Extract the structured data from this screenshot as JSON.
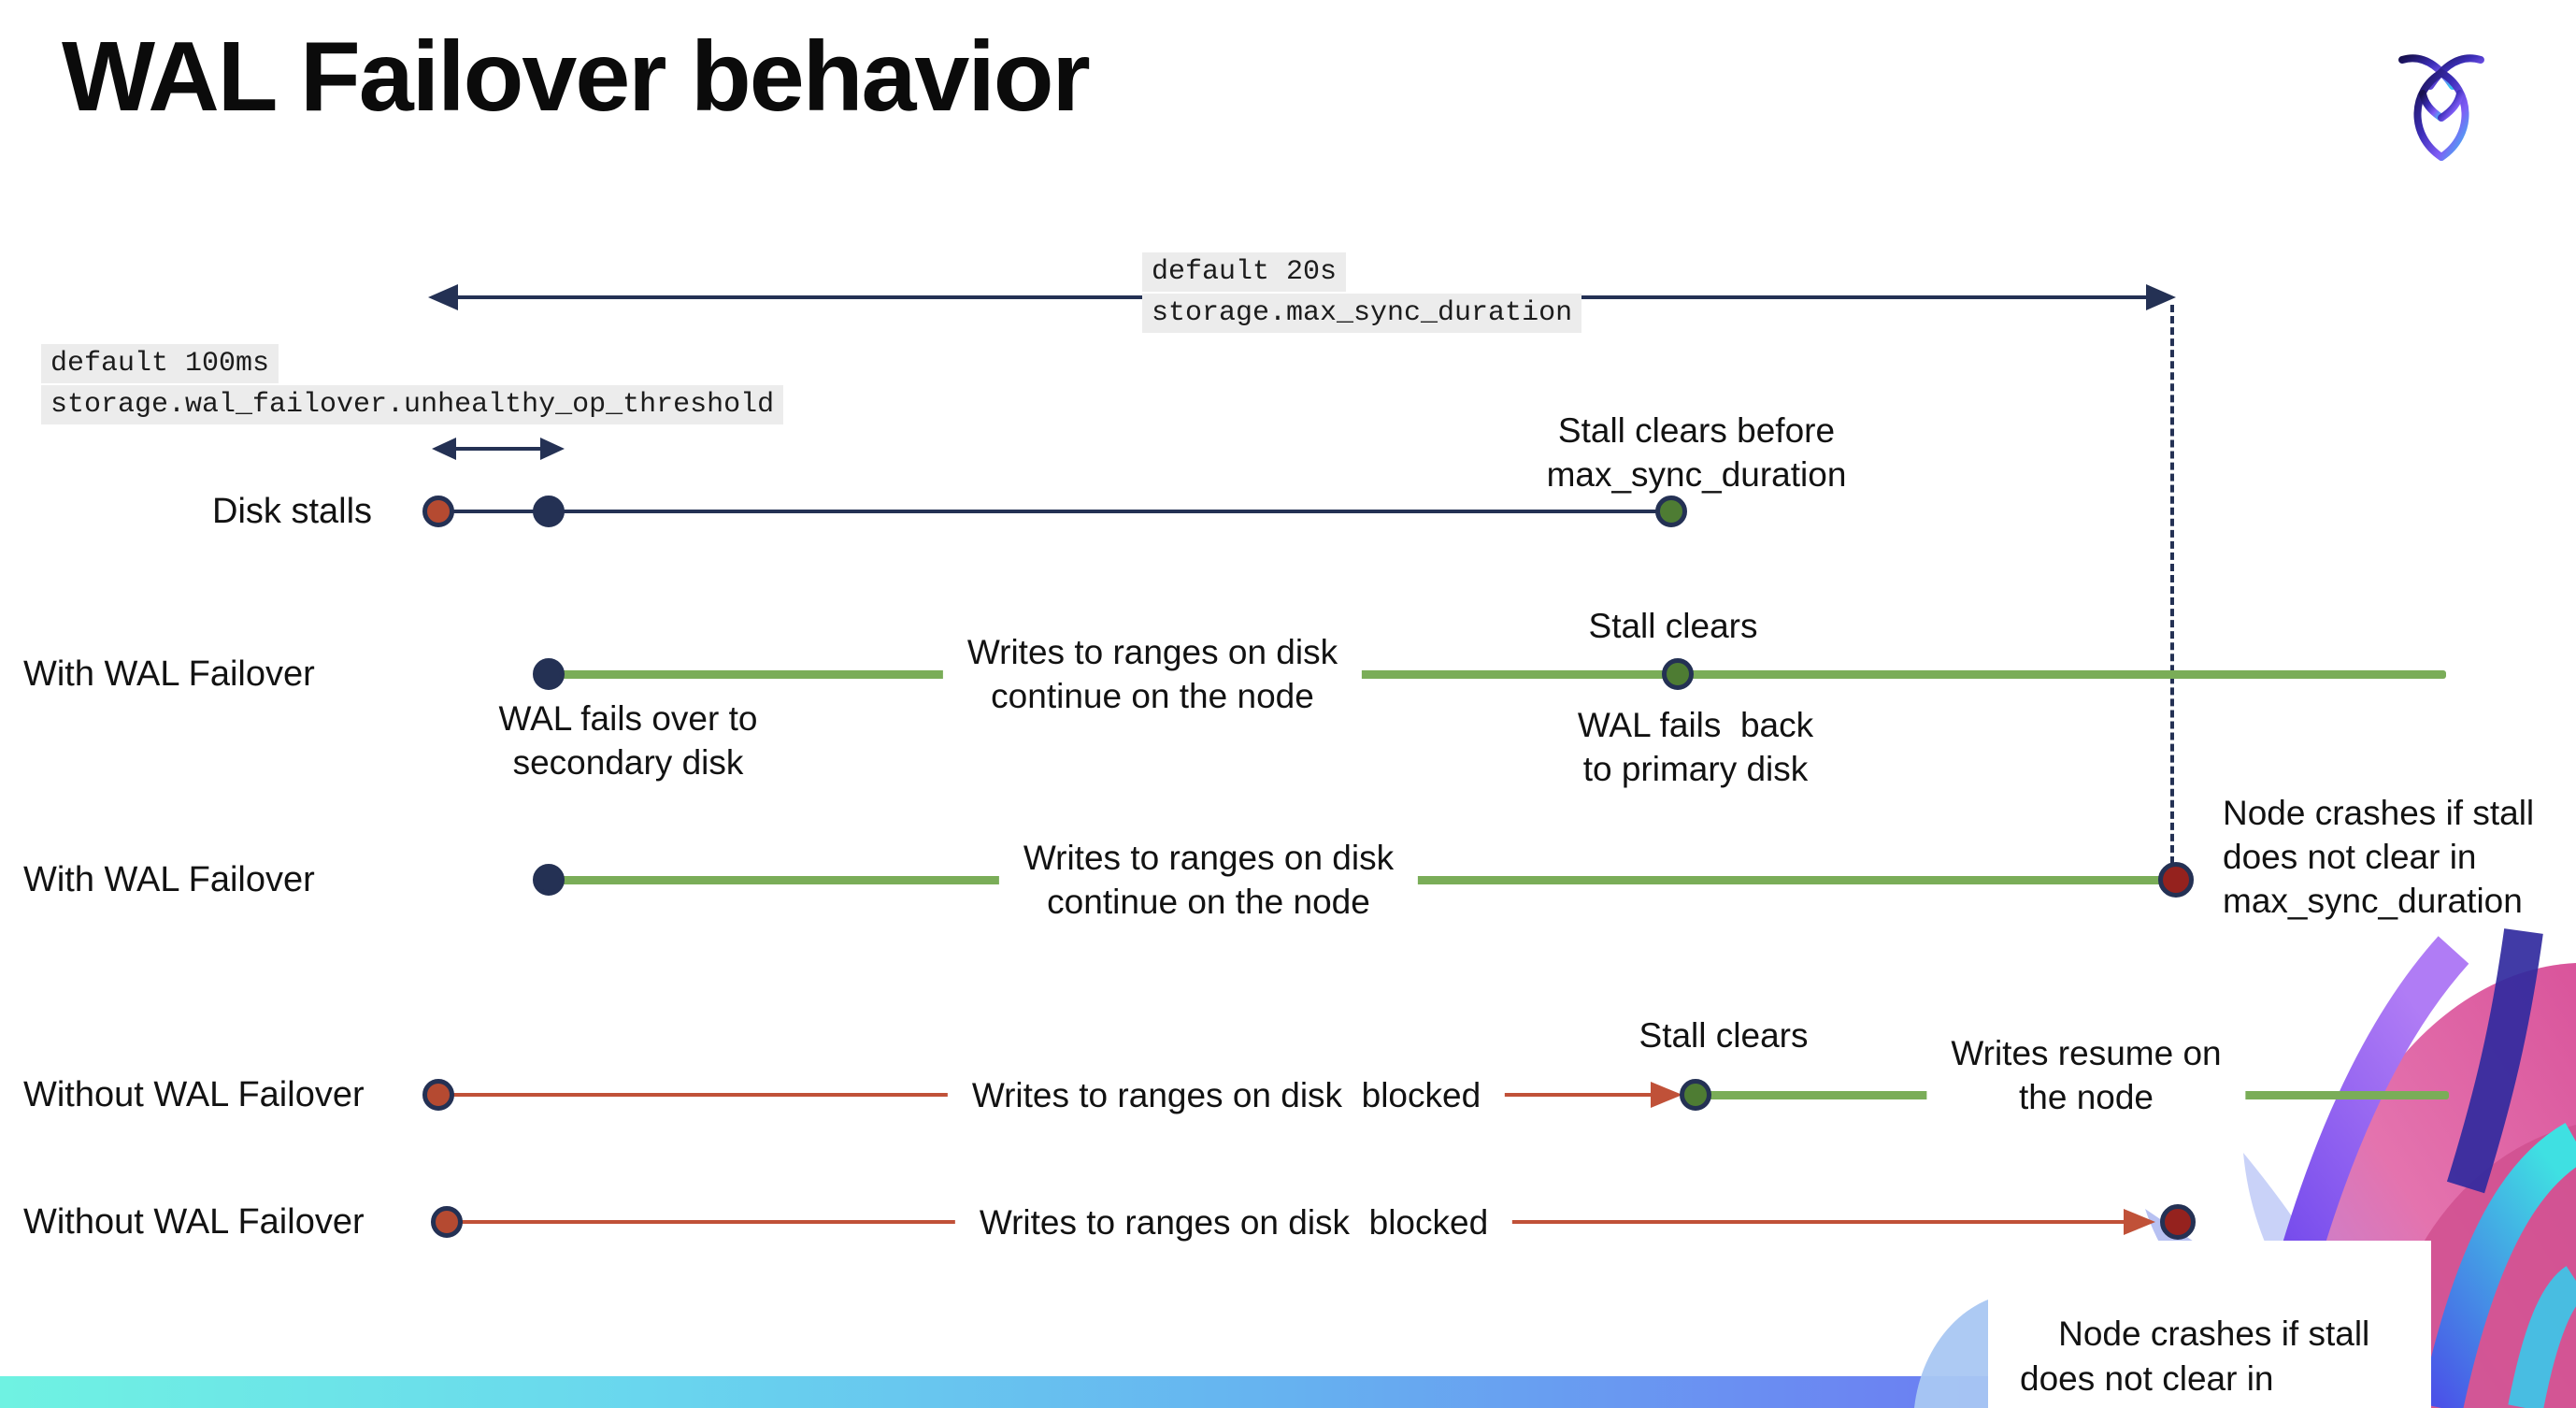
{
  "title": "WAL Failover behavior",
  "logo": {
    "name": "cockroachdb-mark"
  },
  "settings": {
    "max_sync": {
      "line1": "default 20s",
      "line2": "storage.max_sync_duration"
    },
    "unhealthy_op": {
      "line1": "default 100ms",
      "line2": "storage.wal_failover.unhealthy_op_threshold"
    }
  },
  "rows": [
    {
      "label": "Disk stalls"
    },
    {
      "label": "With WAL Failover"
    },
    {
      "label": "With WAL Failover"
    },
    {
      "label": "Without WAL Failover"
    },
    {
      "label": "Without WAL Failover"
    }
  ],
  "annotations": {
    "stall_clears_before": "Stall clears before\nmax_sync_duration",
    "wal_fails_over": "WAL fails over to\nsecondary disk",
    "writes_continue_2": "Writes to ranges on disk\ncontinue on the node",
    "stall_clears_2": "Stall clears",
    "wal_fails_back": "WAL fails  back\nto primary disk",
    "writes_continue_3": "Writes to ranges on disk\ncontinue on the node",
    "node_crashes_3": "Node crashes if stall\ndoes not clear in\nmax_sync_duration",
    "writes_blocked_4": "Writes to ranges on disk  blocked",
    "stall_clears_4": "Stall clears",
    "writes_resume": "Writes resume on\nthe node",
    "writes_blocked_5": "Writes to ranges on disk  blocked",
    "node_crashes_5": "Node crashes if stall\ndoes not clear in\nmax_sync_duration"
  },
  "colors": {
    "navy": "#243154",
    "stall_red": "#b54a31",
    "crash_red": "#95221e",
    "green_line": "#7aad58",
    "green_dot": "#4e7c33",
    "red_line": "#c05138",
    "highlight_bg": "#ececec",
    "footer_left": "#6ff2e2",
    "footer_right": "#6a58f0"
  }
}
